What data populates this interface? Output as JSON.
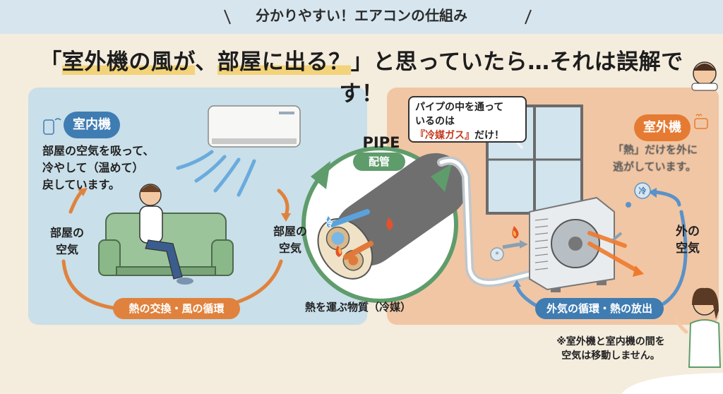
{
  "header": {
    "subtitle": "分かりやすい！エアコンの仕組み",
    "headline_pre": "「",
    "headline_hl1": "室外機の風が",
    "headline_mid": "、",
    "headline_hl2": "部屋に出る？",
    "headline_post": "」と思っていたら…それは誤解です！"
  },
  "indoor": {
    "badge": "室内機",
    "description_lines": [
      "部屋の空気を吸って、",
      "冷やして（温めて）",
      "戻しています。"
    ],
    "room_air_left": [
      "部屋の",
      "空気"
    ],
    "room_air_right": [
      "部屋の",
      "空気"
    ],
    "cycle_label": "熱の交換・風の循環"
  },
  "pipe": {
    "title": "PIPE",
    "subtitle": "配管",
    "bubble_line1": "パイプの中を通って",
    "bubble_line2": "いるのは",
    "bubble_highlight": "『冷媒ガス』",
    "bubble_suffix": "だけ！",
    "refrigerant_label": "熱を運ぶ物質（冷媒）",
    "cold_glyph": "冷"
  },
  "outdoor": {
    "badge": "室外機",
    "description_lines": [
      "「熱」だけを外に",
      "逃がしています。"
    ],
    "outside_air": [
      "外の",
      "空気"
    ],
    "cycle_label": "外気の循環・熱の放出",
    "cold_glyph": "冷"
  },
  "note": {
    "lines": [
      "※室外機と室内機の間を",
      "空気は移動しません。"
    ]
  },
  "colors": {
    "indoor_blue": "#3f7cb2",
    "outdoor_orange": "#e57b33",
    "pipe_green": "#5f9c6b",
    "highlight": "#f3d37a"
  }
}
